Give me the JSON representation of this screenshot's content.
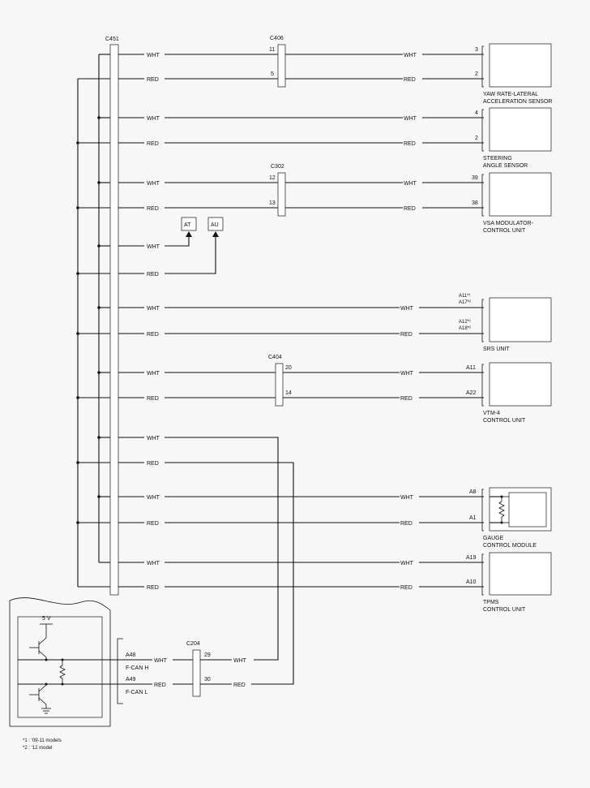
{
  "connectors": {
    "c451": "C451",
    "c406": "C406",
    "c302": "C302",
    "c404": "C404",
    "c204": "C204"
  },
  "wire_colors": {
    "wht": "WHT",
    "red": "RED"
  },
  "pins": {
    "c406_wht": "11",
    "c406_red": "5",
    "c302_wht": "12",
    "c302_red": "13",
    "c404_wht": "20",
    "c404_red": "14",
    "c204_wht": "29",
    "c204_red": "30",
    "yaw_wht": "3",
    "yaw_red": "2",
    "steer_wht": "4",
    "steer_red": "2",
    "vsa_wht": "39",
    "vsa_red": "38",
    "srs_wht_a": "A11*¹",
    "srs_wht_b": "A17*²",
    "srs_red_a": "A12*¹",
    "srs_red_b": "A18*²",
    "vtm_wht": "A11",
    "vtm_red": "A22",
    "gauge_wht": "A8",
    "gauge_red": "A1",
    "tpms_wht": "A19",
    "tpms_red": "A10",
    "pcm_wht": "A48",
    "pcm_red": "A49"
  },
  "units": {
    "yaw_1": "YAW RATE-LATERAL",
    "yaw_2": "ACCELERATION SENSOR",
    "steer_1": "STEERING",
    "steer_2": "ANGLE SENSOR",
    "vsa_1": "VSA MODULATOR-",
    "vsa_2": "CONTROL UNIT",
    "srs": "SRS UNIT",
    "vtm_1": "VTM-4",
    "vtm_2": "CONTROL UNIT",
    "gauge_1": "GAUGE",
    "gauge_2": "CONTROL MODULE",
    "tpms_1": "TPMS",
    "tpms_2": "CONTROL UNIT"
  },
  "dlc": {
    "at": "AT",
    "au": "AU"
  },
  "pcm": {
    "voltage": "5 V",
    "can_h": "F-CAN H",
    "can_l": "F-CAN L"
  },
  "notes": {
    "n1": "*1 : '09-11 models",
    "n2": "*2 : '12 model"
  }
}
